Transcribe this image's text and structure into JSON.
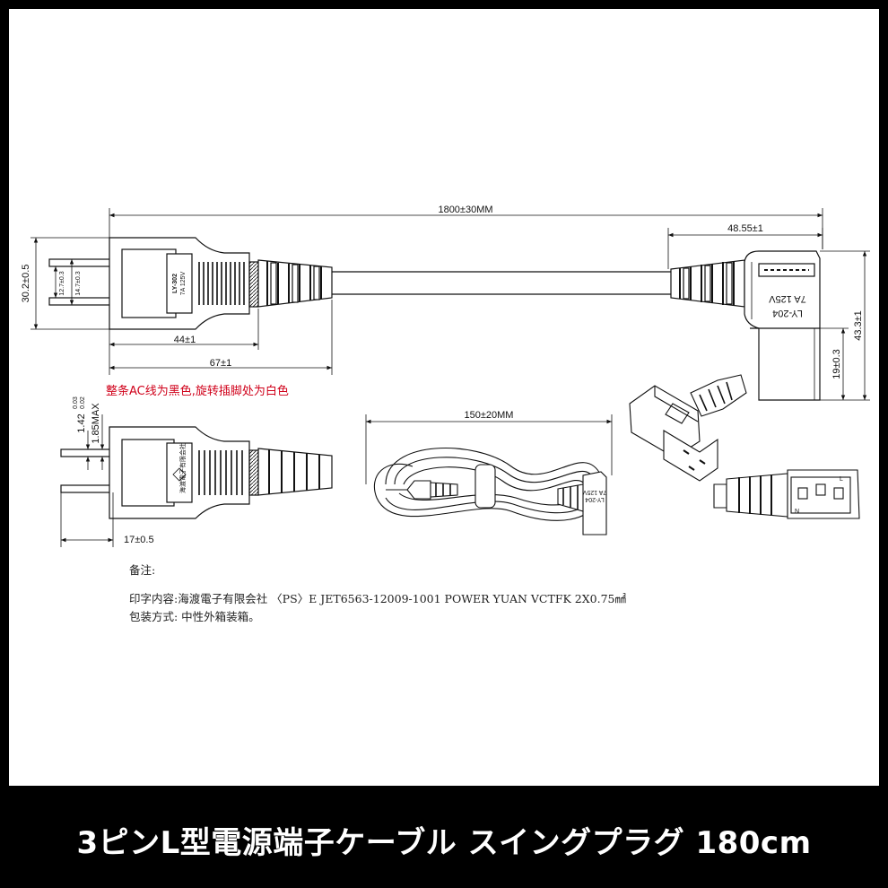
{
  "dimensions": {
    "total_length": "1800±30MM",
    "plug_width": "30.2±0.5",
    "pin_outer": "14.7±0.3",
    "pin_inner": "12.7±0.3",
    "body_length": "44±1",
    "plug_length": "67±1",
    "connector_length": "48.55±1",
    "connector_height": "43.3±1",
    "connector_socket": "19±0.3",
    "pin_thickness": "1.42",
    "pin_tol_upper": "0.03",
    "pin_tol_lower": "0.02",
    "pin_max": "1.85MAX",
    "pin_protrusion": "17±0.5",
    "coil_length": "150±20MM"
  },
  "labels": {
    "plug_model": "LY-302",
    "plug_rating": "7A 125V",
    "connector_model": "LY-204",
    "connector_rating": "7A 125V",
    "small_model": "LY-204",
    "small_rating": "7A 125V",
    "brand_mark": "海渡電子有限会社",
    "pin_letters": [
      "N",
      "L"
    ]
  },
  "notes": {
    "color_note": "整条AC线为黑色,旋转插脚处为白色",
    "remark_heading": "备注:",
    "print_content": "印字内容:海渡電子有限会社 〈PS〉E JET6563-12009-1001  POWER YUAN VCTFK 2X0.75㎟",
    "packaging": "包装方式: 中性外箱装箱。"
  },
  "title": "3ピンL型電源端子ケーブル スイングプラグ 180cm",
  "colors": {
    "background": "#000000",
    "sheet": "#ffffff",
    "line": "#111111",
    "note_red": "#d0021b",
    "title_text": "#ffffff"
  }
}
